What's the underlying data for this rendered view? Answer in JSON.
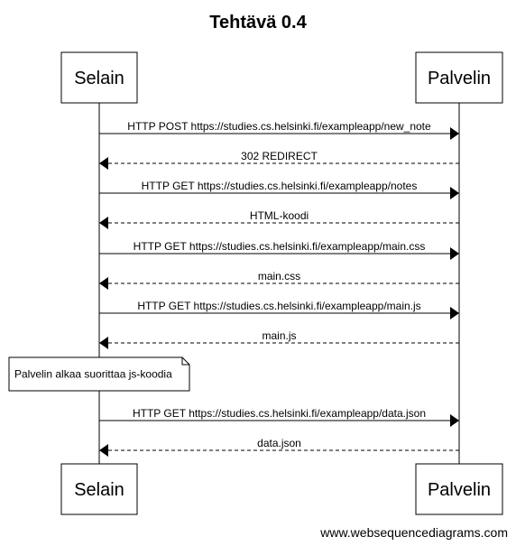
{
  "title": "Tehtävä 0.4",
  "participants": [
    {
      "id": "selain",
      "label": "Selain"
    },
    {
      "id": "palvelin",
      "label": "Palvelin"
    }
  ],
  "events": [
    {
      "kind": "message",
      "from": "selain",
      "to": "palvelin",
      "style": "solid",
      "label": "HTTP POST https://studies.cs.helsinki.fi/exampleapp/new_note"
    },
    {
      "kind": "message",
      "from": "palvelin",
      "to": "selain",
      "style": "dashed",
      "label": "302 REDIRECT"
    },
    {
      "kind": "message",
      "from": "selain",
      "to": "palvelin",
      "style": "solid",
      "label": "HTTP GET https://studies.cs.helsinki.fi/exampleapp/notes"
    },
    {
      "kind": "message",
      "from": "palvelin",
      "to": "selain",
      "style": "dashed",
      "label": "HTML-koodi"
    },
    {
      "kind": "message",
      "from": "selain",
      "to": "palvelin",
      "style": "solid",
      "label": "HTTP GET https://studies.cs.helsinki.fi/exampleapp/main.css"
    },
    {
      "kind": "message",
      "from": "palvelin",
      "to": "selain",
      "style": "dashed",
      "label": "main.css"
    },
    {
      "kind": "message",
      "from": "selain",
      "to": "palvelin",
      "style": "solid",
      "label": "HTTP GET https://studies.cs.helsinki.fi/exampleapp/main.js"
    },
    {
      "kind": "message",
      "from": "palvelin",
      "to": "selain",
      "style": "dashed",
      "label": "main.js"
    },
    {
      "kind": "note",
      "over": "selain",
      "label": "Palvelin alkaa suorittaa js-koodia"
    },
    {
      "kind": "message",
      "from": "selain",
      "to": "palvelin",
      "style": "solid",
      "label": "HTTP GET https://studies.cs.helsinki.fi/exampleapp/data.json"
    },
    {
      "kind": "message",
      "from": "palvelin",
      "to": "selain",
      "style": "dashed",
      "label": "data.json"
    }
  ],
  "footer": "www.websequencediagrams.com"
}
